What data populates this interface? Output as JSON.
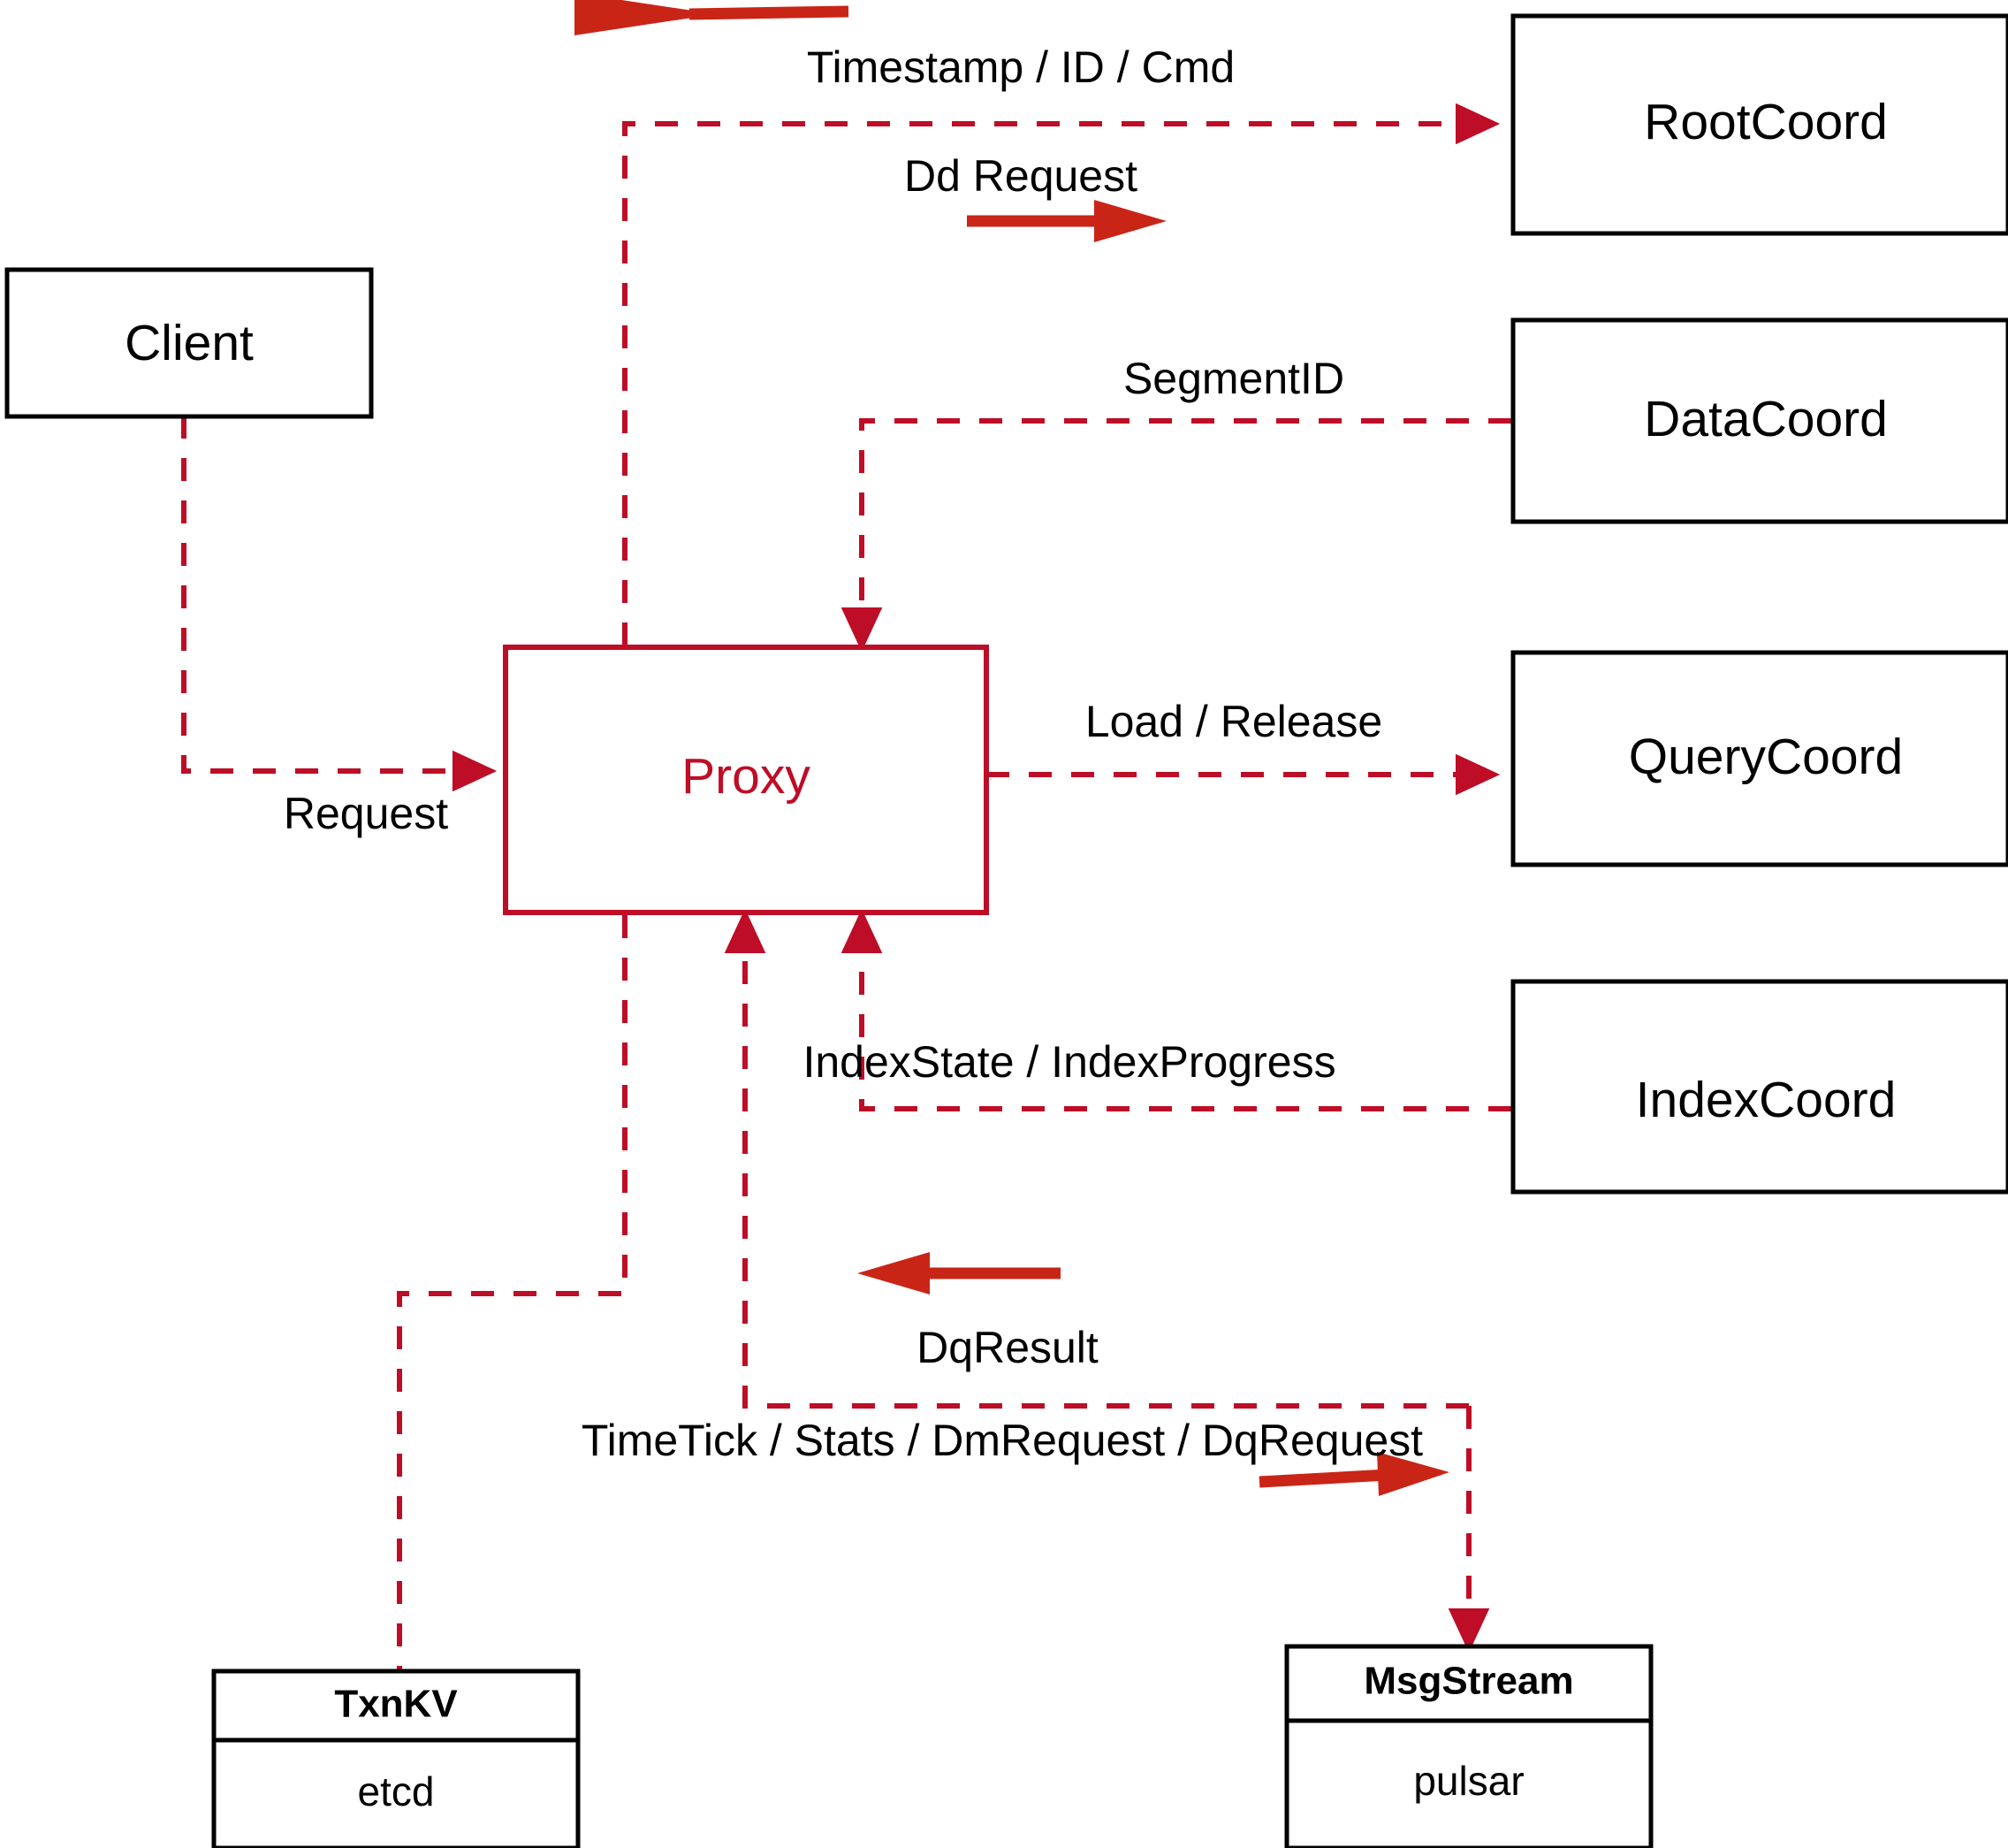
{
  "diagram": {
    "title": "Proxy component interaction diagram",
    "colors": {
      "flow_line": "#BE0D26",
      "proxy_accent": "#BE0D26",
      "direction_arrow": "#C92517",
      "box_border": "#000000",
      "background": "#FFFFFF"
    },
    "nodes": [
      {
        "id": "client",
        "label": "Client"
      },
      {
        "id": "proxy",
        "label": "Proxy"
      },
      {
        "id": "rootcoord",
        "label": "RootCoord"
      },
      {
        "id": "datacoord",
        "label": "DataCoord"
      },
      {
        "id": "querycoord",
        "label": "QueryCoord"
      },
      {
        "id": "indexcoord",
        "label": "IndexCoord"
      }
    ],
    "stores": [
      {
        "id": "txnkv",
        "title": "TxnKV",
        "body": "etcd"
      },
      {
        "id": "msgstream",
        "title": "MsgStream",
        "body": "pulsar"
      }
    ],
    "edge_labels": {
      "timestamp_id_cmd": "Timestamp / ID / Cmd",
      "dd_request": "Dd Request",
      "segment_id": "SegmentID",
      "request": "Request",
      "load_release": "Load / Release",
      "index_state_progress": "IndexState / IndexProgress",
      "dq_result": "DqResult",
      "timetick_stats": "TimeTick / Stats / DmRequest / DqRequest"
    }
  }
}
